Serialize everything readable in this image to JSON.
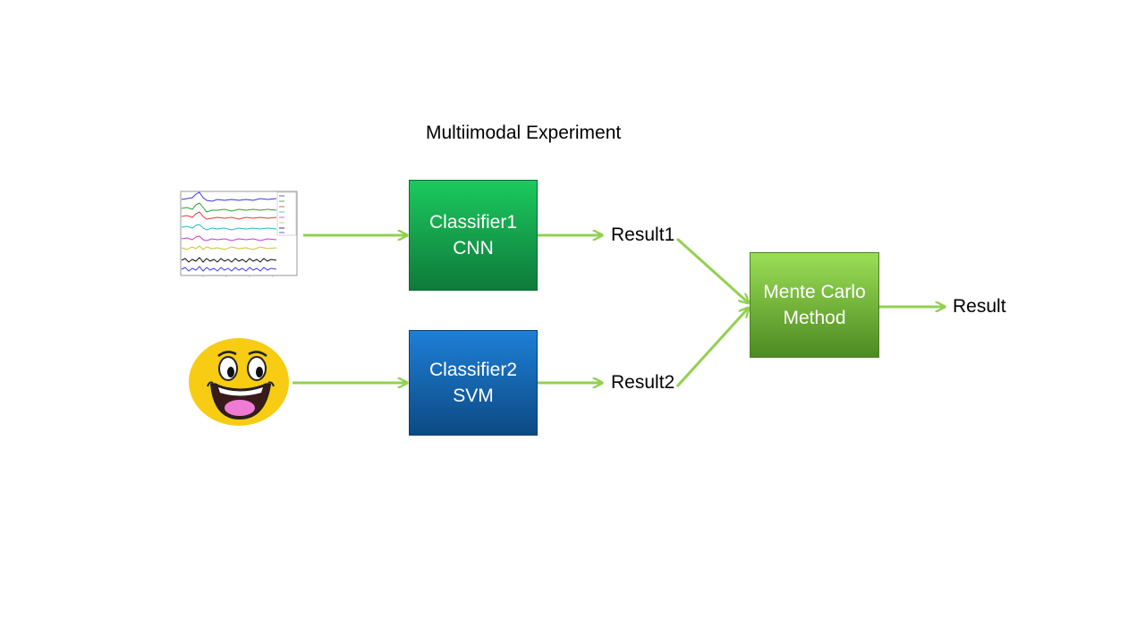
{
  "diagram": {
    "title": "Multiimodal Experiment",
    "classifier1": {
      "line1": "Classifier1",
      "line2": "CNN"
    },
    "classifier2": {
      "line1": "Classifier2",
      "line2": "SVM"
    },
    "fusion": {
      "line1": "Mente Carlo",
      "line2": "Method"
    },
    "result1": "Result1",
    "result2": "Result2",
    "result": "Result"
  },
  "colors": {
    "arrow": "#92d050",
    "classifier1": "#1bc95e",
    "classifier2": "#1e7fd6",
    "fusion": "#9bde55",
    "face": "#f7cc12"
  },
  "icons": {
    "eeg_input": "eeg-signal-plot-icon",
    "face_input": "smiley-face-icon"
  }
}
